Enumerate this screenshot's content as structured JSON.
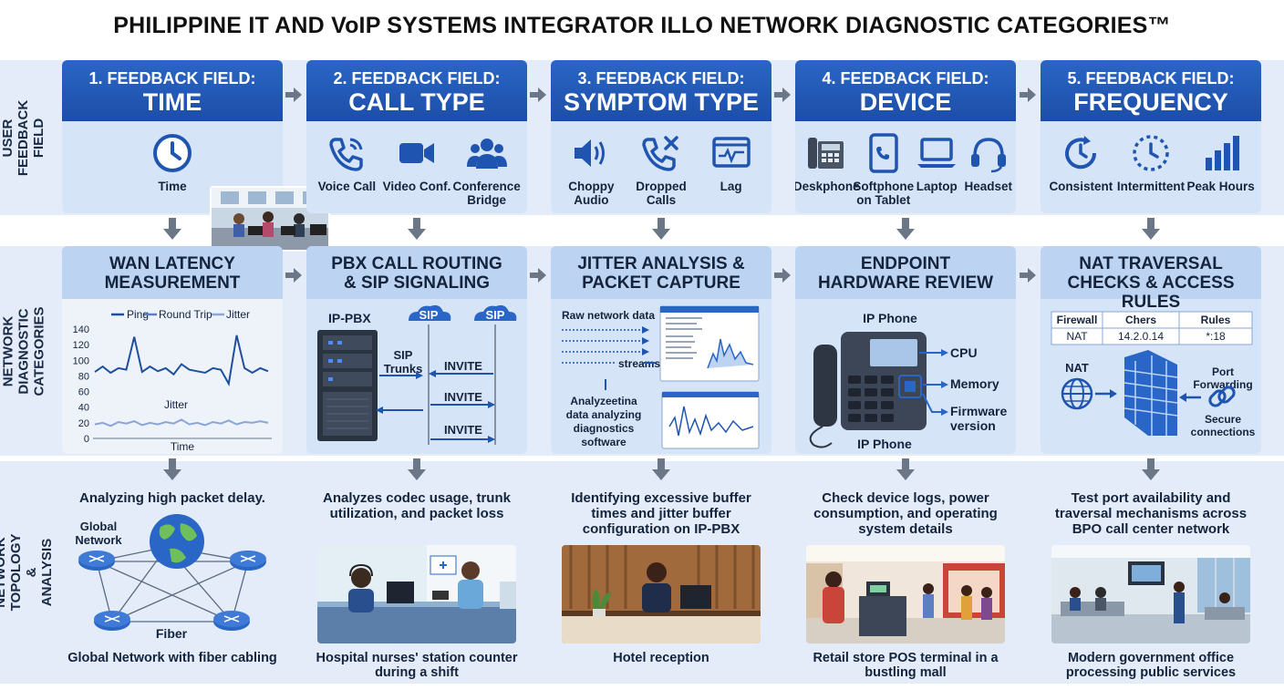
{
  "title": "PHILIPPINE IT AND VoIP SYSTEMS INTEGRATOR ILLO NETWORK DIAGNOSTIC CATEGORIES™",
  "bands": {
    "feedback": "USER FEEDBACK FIELD",
    "diagnostic": "NETWORK DIAGNOSTIC CATEGORIES",
    "topology": "NETWORK TOPOLOGY & ANALYSIS"
  },
  "feedback_fields": [
    {
      "num": "1. FEEDBACK FIELD:",
      "name": "TIME",
      "items": [
        "Time"
      ]
    },
    {
      "num": "2. FEEDBACK FIELD:",
      "name": "CALL TYPE",
      "items": [
        "Voice Call",
        "Video Conf.",
        "Conference Bridge"
      ]
    },
    {
      "num": "3. FEEDBACK FIELD:",
      "name": "SYMPTOM TYPE",
      "items": [
        "Choppy Audio",
        "Dropped Calls",
        "Lag"
      ]
    },
    {
      "num": "4. FEEDBACK FIELD:",
      "name": "DEVICE",
      "items": [
        "Deskphone",
        "Softphone on Tablet",
        "Laptop",
        "Headset"
      ]
    },
    {
      "num": "5. FEEDBACK FIELD:",
      "name": "FREQUENCY",
      "items": [
        "Consistent",
        "Intermittent",
        "Peak Hours"
      ]
    }
  ],
  "diagnostics": [
    {
      "title": "WAN LATENCY MEASUREMENT"
    },
    {
      "title": "PBX CALL ROUTING & SIP SIGNALING"
    },
    {
      "title": "JITTER ANALYSIS & PACKET CAPTURE"
    },
    {
      "title": "ENDPOINT HARDWARE REVIEW"
    },
    {
      "title": "NAT TRAVERSAL CHECKS & ACCESS RULES"
    }
  ],
  "latency_chart": {
    "legend": [
      "Ping",
      "Round Trip",
      "Jitter"
    ],
    "yticks": [
      "140",
      "120",
      "100",
      "80",
      "60",
      "40",
      "20",
      "0"
    ],
    "jitter_label": "Jitter",
    "xlabel": "Time",
    "ping": [
      85,
      92,
      84,
      90,
      88,
      130,
      85,
      92,
      86,
      90,
      82,
      95,
      88,
      86,
      84,
      90,
      88,
      70,
      132,
      90,
      84,
      90,
      86
    ],
    "jitter": [
      18,
      20,
      16,
      21,
      19,
      22,
      17,
      20,
      18,
      21,
      19,
      24,
      18,
      20,
      17,
      21,
      19,
      23,
      18,
      21,
      20,
      22,
      20
    ],
    "ylim": [
      0,
      140
    ]
  },
  "pbx": {
    "ippbx": "IP-PBX",
    "sip": "SIP",
    "trunks": "SIP Trunks",
    "invites": [
      "INVITE",
      "INVITE",
      "INVITE"
    ]
  },
  "jitter_panel": {
    "raw": "Raw network data",
    "streams": "streams",
    "caption": "Analyzeetina data analyzing diagnostics software"
  },
  "endpoint": {
    "top": "IP Phone",
    "bottom": "IP Phone",
    "specs": [
      "CPU",
      "Memory",
      "Firmware version"
    ]
  },
  "nat": {
    "headers": [
      "Firewall",
      "Chers",
      "Rules"
    ],
    "row": [
      "NAT",
      "14.2.0.14",
      "*:18"
    ],
    "nat_label": "NAT",
    "port": "Port Forwarding",
    "secure": "Secure connections"
  },
  "topology": [
    {
      "desc": "Analyzing high packet delay.",
      "global": "Global Network",
      "fiber": "Fiber",
      "caption": "Global Network with fiber cabling"
    },
    {
      "desc": "Analyzes codec usage, trunk utilization, and packet loss",
      "caption": "Hospital nurses' station counter during a shift"
    },
    {
      "desc": "Identifying excessive buffer times and jitter buffer configuration on IP-PBX",
      "caption": "Hotel reception"
    },
    {
      "desc": "Check device logs, power consumption, and operating system details",
      "caption": "Retail store POS terminal in a bustling mall"
    },
    {
      "desc": "Test port availability and traversal mechanisms across BPO call center network",
      "caption": "Modern government office processing public services"
    }
  ],
  "colors": {
    "header_blue": "#1f55b0",
    "band_bg": "#e3ecf8",
    "card_bg": "#d6e4f7",
    "arrow": "#6b7686",
    "accent": "#2a66c6"
  }
}
